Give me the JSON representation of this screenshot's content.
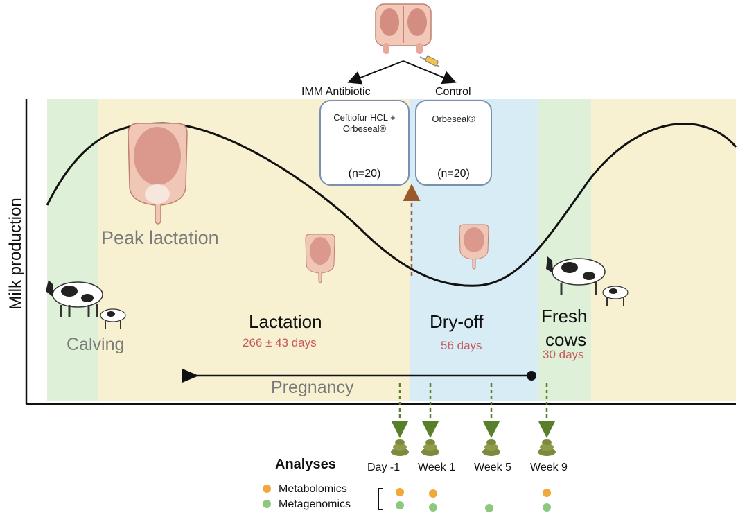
{
  "axis": {
    "ylabel": "Milk production"
  },
  "treatment": {
    "antibiotic": {
      "label": "IMM Antibiotic",
      "desc": "Ceftiofur HCL + Orbeseal®",
      "n": "(n=20)"
    },
    "control": {
      "label": "Control",
      "desc": "Orbeseal®",
      "n": "(n=20)"
    }
  },
  "phases": {
    "calving": "Calving",
    "peak": "Peak lactation",
    "lactation": {
      "label": "Lactation",
      "duration": "266 ± 43 days"
    },
    "dryoff": {
      "label": "Dry-off",
      "duration": "56 days"
    },
    "fresh": {
      "label_line1": "Fresh",
      "label_line2": "cows",
      "duration": "30 days"
    },
    "pregnancy": "Pregnancy"
  },
  "timepoints": [
    "Day -1",
    "Week 1",
    "Week 5",
    "Week 9"
  ],
  "analyses": {
    "title": "Analyses",
    "metabolomics": "Metabolomics",
    "metagenomics": "Metagenomics",
    "metabolomics_at": [
      "Day -1",
      "Week 1",
      "Week 9"
    ],
    "metagenomics_at": [
      "Day -1",
      "Week 1",
      "Week 5",
      "Week 9"
    ]
  },
  "colors": {
    "green_band": "#dff0d8",
    "yellow_band": "#f7f1d2",
    "blue_band": "#d8ecf5",
    "duration_red": "#c65a5a",
    "grey_text": "#7a7a7a",
    "metabolomics_dot": "#f2a93b",
    "metagenomics_dot": "#8cc97f",
    "arrow_green": "#5a7f2a",
    "arrow_brown": "#9b5a2a"
  }
}
